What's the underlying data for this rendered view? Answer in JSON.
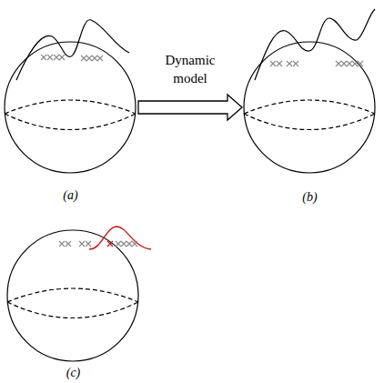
{
  "diagram": {
    "nodes": [
      {
        "text": [
          "(a)"
        ]
      },
      {
        "text": [
          "(b)"
        ]
      },
      {
        "text": [
          "(c)"
        ]
      }
    ],
    "edges": [
      {
        "from": 0,
        "to": 1,
        "arrow": "to",
        "label": "Dynamic model"
      }
    ]
  }
}
